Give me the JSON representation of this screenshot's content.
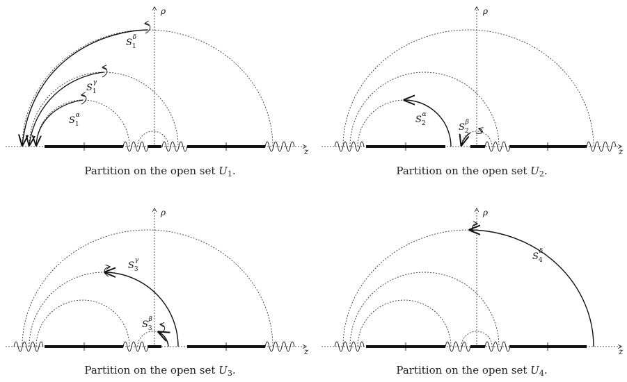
{
  "axes": {
    "vertical_label": "ρ",
    "horizontal_label": "z"
  },
  "panels": [
    {
      "caption_text": "Partition on the open set ",
      "caption_symbol": "U",
      "caption_sub": "1",
      "caption_end": ".",
      "labels": [
        {
          "base": "S",
          "sub": "1",
          "sup": "δ"
        },
        {
          "base": "S",
          "sub": "1",
          "sup": "γ"
        },
        {
          "base": "S",
          "sub": "1",
          "sup": "α"
        }
      ]
    },
    {
      "caption_text": "Partition on the open set ",
      "caption_symbol": "U",
      "caption_sub": "2",
      "caption_end": ".",
      "labels": [
        {
          "base": "S",
          "sub": "2",
          "sup": "α"
        },
        {
          "base": "S",
          "sub": "2",
          "sup": "β"
        }
      ]
    },
    {
      "caption_text": "Partition on the open set ",
      "caption_symbol": "U",
      "caption_sub": "3",
      "caption_end": ".",
      "labels": [
        {
          "base": "S",
          "sub": "3",
          "sup": "γ"
        },
        {
          "base": "S",
          "sub": "3",
          "sup": "β"
        }
      ]
    },
    {
      "caption_text": "Partition on the open set ",
      "caption_symbol": "U",
      "caption_sub": "4",
      "caption_end": ".",
      "labels": [
        {
          "base": "S",
          "sub": "4",
          "sup": "δ"
        }
      ]
    }
  ]
}
